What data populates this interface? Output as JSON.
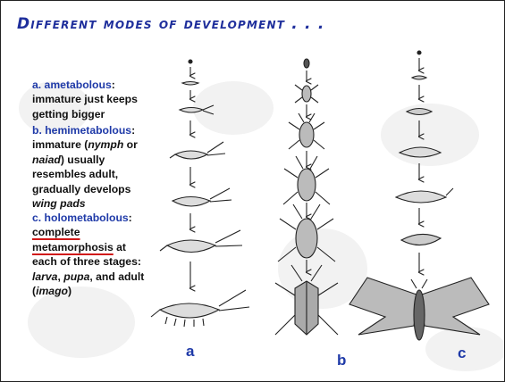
{
  "slide": {
    "title": "Different modes of development . . .",
    "items": [
      {
        "head": "a. ametabolous",
        "text": "immature just keeps getting bigger"
      },
      {
        "head": "b. hemimetabolous",
        "text_pre": "immature (",
        "italic1": "nymph",
        "text_mid": " or ",
        "italic2": "naiad",
        "text_post": ") usually resembles adult, gradually develops ",
        "italic3": "wing pads"
      },
      {
        "head": "c. holometabolous",
        "underlined": "complete metamorphosis",
        "text": " at each of three stages: ",
        "italic1": "larva",
        "sep1": ", ",
        "italic2": "pupa",
        "sep2": ", and adult (",
        "italic3": "imago",
        "close": ")"
      }
    ],
    "column_labels": [
      "a",
      "b",
      "c"
    ]
  },
  "colors": {
    "title": "#1f2f9c",
    "heading": "#1f3aa8",
    "underline": "#d01818",
    "text": "#111111"
  }
}
